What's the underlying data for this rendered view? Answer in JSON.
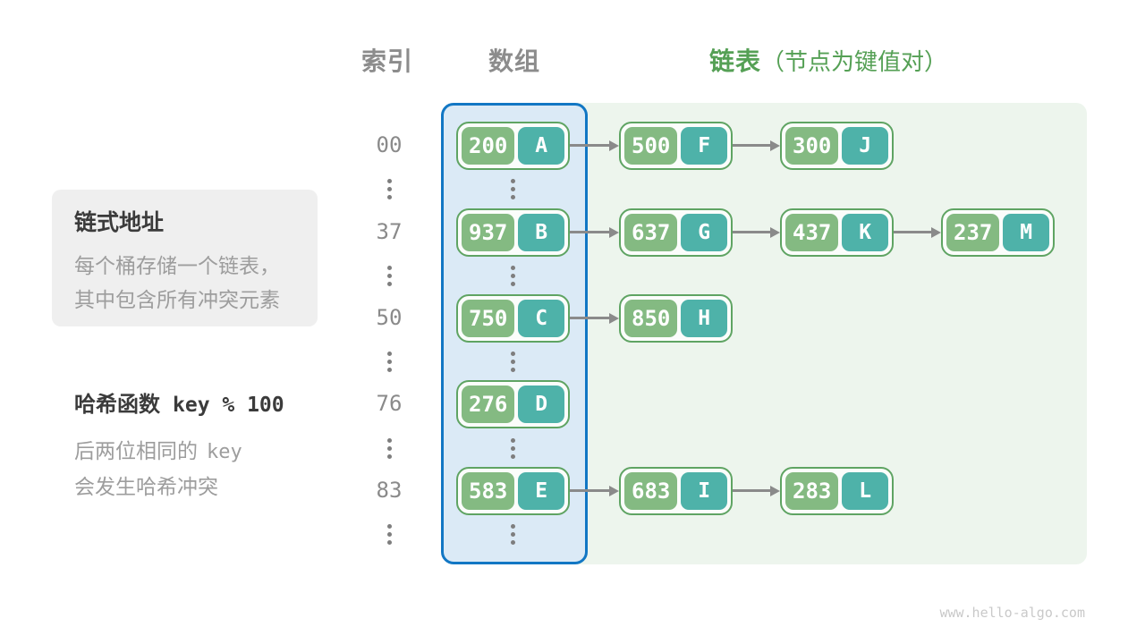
{
  "header": {
    "index_label": "索引",
    "array_label": "数组",
    "list_label": "链表",
    "list_note": "（节点为键值对）"
  },
  "annotations": {
    "method_box": {
      "title": "链式地址",
      "line1": "每个桶存储一个链表，",
      "line2": "其中包含所有冲突元素"
    },
    "hash_function": {
      "label": "哈希函数",
      "formula": "key % 100",
      "line1_cn": "后两位相同的",
      "line1_code": "key",
      "line2": "会发生哈希冲突"
    }
  },
  "watermark": "www.hello-algo.com",
  "colors": {
    "accent_blue": "#1277c4",
    "array_fill": "#dbeaf6",
    "list_fill": "#edf5ed",
    "node_border": "#5fa463",
    "key_green": "#84ba82",
    "value_teal": "#4eb2a9",
    "arrow_gray": "#8a8a8a",
    "text_gray": "#9d9d9d",
    "header_green": "#55a055"
  },
  "buckets": [
    {
      "index": "00",
      "array_pair": {
        "key": "200",
        "value": "A"
      },
      "chain": [
        {
          "key": "500",
          "value": "F"
        },
        {
          "key": "300",
          "value": "J"
        }
      ]
    },
    {
      "index": "37",
      "array_pair": {
        "key": "937",
        "value": "B"
      },
      "chain": [
        {
          "key": "637",
          "value": "G"
        },
        {
          "key": "437",
          "value": "K"
        },
        {
          "key": "237",
          "value": "M"
        }
      ]
    },
    {
      "index": "50",
      "array_pair": {
        "key": "750",
        "value": "C"
      },
      "chain": [
        {
          "key": "850",
          "value": "H"
        }
      ]
    },
    {
      "index": "76",
      "array_pair": {
        "key": "276",
        "value": "D"
      },
      "chain": []
    },
    {
      "index": "83",
      "array_pair": {
        "key": "583",
        "value": "E"
      },
      "chain": [
        {
          "key": "683",
          "value": "I"
        },
        {
          "key": "283",
          "value": "L"
        }
      ]
    }
  ]
}
